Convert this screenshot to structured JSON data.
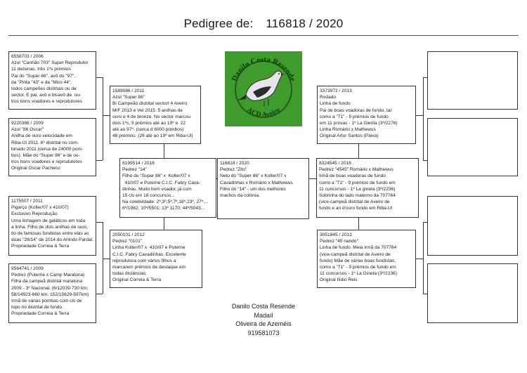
{
  "title": {
    "label": "Pedigree de:",
    "number": "116818 / 2020"
  },
  "logo": {
    "text_top": "Danilo Costa Resende",
    "text_bottom": "ACD Aveiro",
    "colors": {
      "green": "#3f9b2c",
      "dark": "#1f5e17",
      "bird_light": "#e4e4ea",
      "bird_dark": "#2a2a30"
    }
  },
  "boxes": {
    "subject": {
      "lines": [
        "116818 / 2020",
        "Pedrez \"Zito\"",
        "Neto do \"Super 86\" x Koller/07 x",
        "Cavadinhas x Romário x Mathewus",
        "Filho do \"14\" - um dos melhores",
        "machos da colónia."
      ]
    },
    "sire": {
      "lines": [
        "8199514 / 2018",
        "Pedrez \"14\"",
        "Filho do \"Super 86\" x  Koller/07 x",
        "  410/07 e Puterrie C.I.C. Fabry Cava-",
        "dinhas. Muito bom voador, já com",
        "15 cls em 18 concursos...",
        "Na coletividade: 2º,3º,5º,7º,16º,23º, 27º,...",
        "6º/1962; 10º/5501; 13º 1170; 44º/5043..."
      ]
    },
    "dam": {
      "lines": [
        "8324545 / 2018",
        "Pedrez \"4545\" Romário x Mathewus",
        "Irmã de boas voadoras de fundo",
        "como a \"71\" - 9 prémios de fundo em",
        "11 cuncursos - 1º La gineta (3º/2236)",
        "Sobrinha do lado materno da 707764",
        "(vice-campeã distrital de Aveiro de",
        "fundo e an d'ouro fundo em Riba-Ul"
      ]
    },
    "ss": {
      "lines": [
        "1589086 / 2011",
        "Azul \"Super 86\"",
        "Bi Campeão distrital sectort 4 Aveiro",
        "M/F 2013 e Vel 2015. 5 anilhas de",
        "ouro e 4 de bronze. No sector marcou",
        "dois 1ºs, 9 prémios até ao 19º e  22",
        "até ao 97º. (cerca d 6000 pombos)",
        "48 prémios  (26 até ao 19º em Riba-Ul)"
      ]
    },
    "sd": {
      "lines": [
        "2050101 / 2012",
        "Pedrez \"0101\"",
        "Linha Koller/07 x  410/07 e Puterrie",
        "C.I.C. Fabry Cavadinhas. Excelente",
        "reprodutora com vários filhos a",
        "marcarem prémios de destaque em",
        "todas distâncias.",
        "Original Correia & Terra"
      ]
    },
    "ds": {
      "lines": [
        "3373972 / 2013",
        "Rodado",
        "Linha de fundo",
        "Pai de boas voadoras de fundo, tal",
        "como a \"71\" - 9 prémios de fundo",
        "em 11 provas - 1º La Gienta (3º/2276)",
        "Linha Romário x Mathewus",
        "Original Artur Santos (Paiva)"
      ]
    },
    "dd": {
      "lines": [
        "3051845 / 2013",
        "Pedrez \"45 nando\"",
        "Linha de fundo. Meia irmã da 707764",
        "(vice-campeã distrital de Aveiro de",
        "fundo) Mãe de várias boas fundistas,",
        "como a \"71\" - 9 prémios de fundo em",
        "11 cuncursos - 1º La Gineta (3º/2236)",
        "Original Ilídio Reis"
      ]
    },
    "sss": {
      "lines": [
        "6558703 / 2006",
        "Azul \"Canhão 703\" Super Reprodutor",
        "11 dezenas, três 1ºs prémios",
        "Pai do \"Super 86\", avô do \"97\",",
        "da \"Pinta \"43\" e da \"Miss 44\",",
        "todos campeões distirtais ou de",
        "sector. E pai, avô e bisavô de  ou-",
        "tros bons voadores e reprodutores"
      ]
    },
    "ssd": {
      "lines": [
        "9220366 / 2009",
        "Azul \"86 Oscar\"",
        "Anilha de ouro velocidade em",
        "Riba-Ul 2011. 6º distrital no com-",
        "binado 2011 (cerca de 24000 pom-",
        "bos). Mãe do \"Super 86\" e de ou-",
        "tros bons voadores e reprodutores",
        "Original Oscar Pacheco"
      ]
    },
    "sds": {
      "lines": [
        "1175507 / 2011",
        "Pigarço (Koller/07 x 410/07)",
        "Exclusivo Reprodução",
        "Uma linhagem de galáticos em toda",
        "a linha. Filho de dois anilhas de ouro,",
        "tio de famosas fundistas entre elas as",
        "duas \"28/14\" de 2014 do Arlindo Pardal.",
        "Propriedade Correia & Terra"
      ]
    },
    "sdd": {
      "lines": [
        "9564741 / 2009",
        "Pedrez (Puterrie x Camp Maratona)",
        "Filha da campeã distrital maratona",
        "2009 - 3º Nacional. (6/12039-730 km;",
        "58/14923-660 km; 152/15629-597km)",
        "Irmã de várias pombas com cls de",
        "topo no distrital de fundo.",
        "Propriedade Correia & Terra"
      ]
    },
    "dss": {
      "lines": []
    },
    "dsd": {
      "lines": []
    },
    "dds": {
      "lines": []
    },
    "ddd": {
      "lines": []
    }
  },
  "footer": {
    "lines": [
      "Danilo Costa Resende",
      "Madaíl",
      "Oliveira de Azeméis",
      "919581073"
    ]
  }
}
